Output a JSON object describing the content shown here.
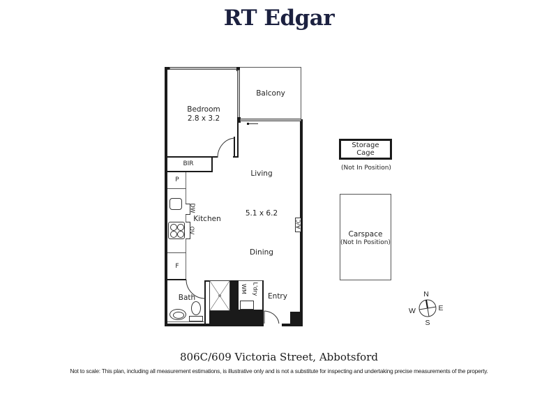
{
  "brand": {
    "name": "RT Edgar",
    "color": "#1c2140"
  },
  "floorplan": {
    "rooms": {
      "bedroom": {
        "name": "Bedroom",
        "dims": "2.8 x 3.2"
      },
      "balcony": {
        "name": "Balcony"
      },
      "bir": {
        "name": "BIR"
      },
      "pantry": {
        "name": "P"
      },
      "living": {
        "name": "Living"
      },
      "living_dims": "5.1 x 6.2",
      "kitchen": {
        "name": "Kitchen"
      },
      "dining": {
        "name": "Dining"
      },
      "fridge": {
        "name": "F"
      },
      "bath": {
        "name": "Bath"
      },
      "laundry": {
        "name": "L'dry"
      },
      "entry": {
        "name": "Entry"
      }
    },
    "appliances": {
      "dishwasher": "DW",
      "oven": "OV",
      "washing_machine": "WM",
      "air_con": "A/C"
    }
  },
  "storage": {
    "title_line1": "Storage",
    "title_line2": "Cage",
    "note": "(Not In Position)"
  },
  "carspace": {
    "title": "Carspace",
    "note": "(Not In Position)"
  },
  "compass": {
    "n": "N",
    "e": "E",
    "s": "S",
    "w": "W"
  },
  "footer": {
    "address": "806C/609 Victoria Street, Abbotsford",
    "disclaimer": "Not to scale: This plan, including all measurement estimations, is illustrative only and is not a substitute for inspecting and undertaking precise measurements of the property."
  }
}
